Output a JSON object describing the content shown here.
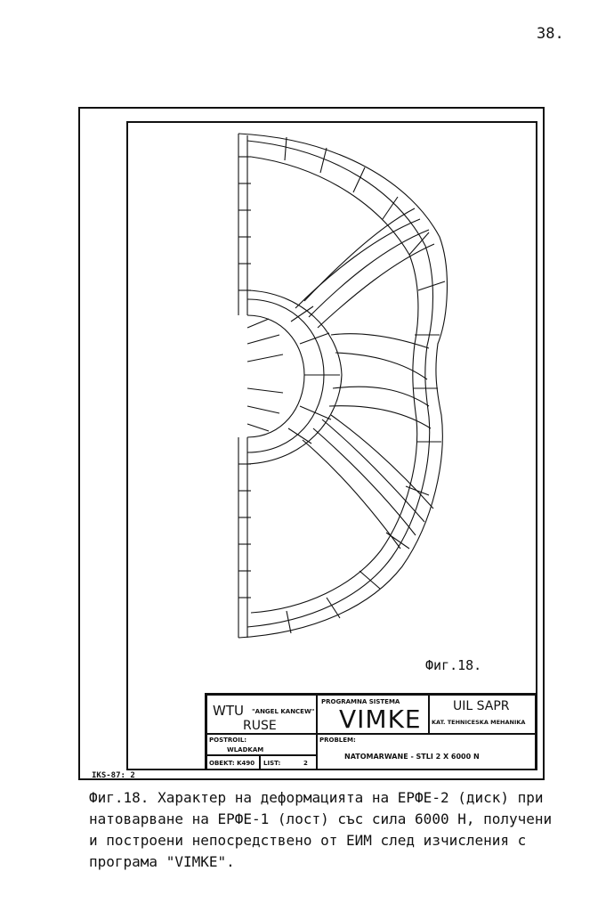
{
  "page": {
    "number": "38."
  },
  "figure": {
    "label": "Фиг.18."
  },
  "title_block": {
    "institution": "WTU",
    "institution_name": "\"ANGEL KANCEW\"",
    "city": "RUSE",
    "program_label": "PROGRAMNA SISTEMA",
    "program_name": "VIMKE",
    "dept_code": "UIL SAPR",
    "dept_name": "KAT. TEHNICESKA MEHANIKA",
    "built_label": "POSTROIL:",
    "built_by": "WLADKAM",
    "object_label": "OBEKT: K490",
    "sheet_label": "LIST:",
    "sheet_value": "2",
    "problem_label": "PROBLEM:",
    "problem_text": "NATOMARWANE - STLI 2 X 6000 N"
  },
  "stamp_code": "IKS-87:  2",
  "caption": {
    "line1": "Фиг.18. Характер на деформацията на ЕРФЕ-2 (диск) при",
    "line2": "натоварване на ЕРФЕ-1 (лост) със сила 6000  Н, получени",
    "line3": "и построени непосредствено от ЕИМ след изчисления с",
    "line4": "програма \"VIMKE\"."
  }
}
